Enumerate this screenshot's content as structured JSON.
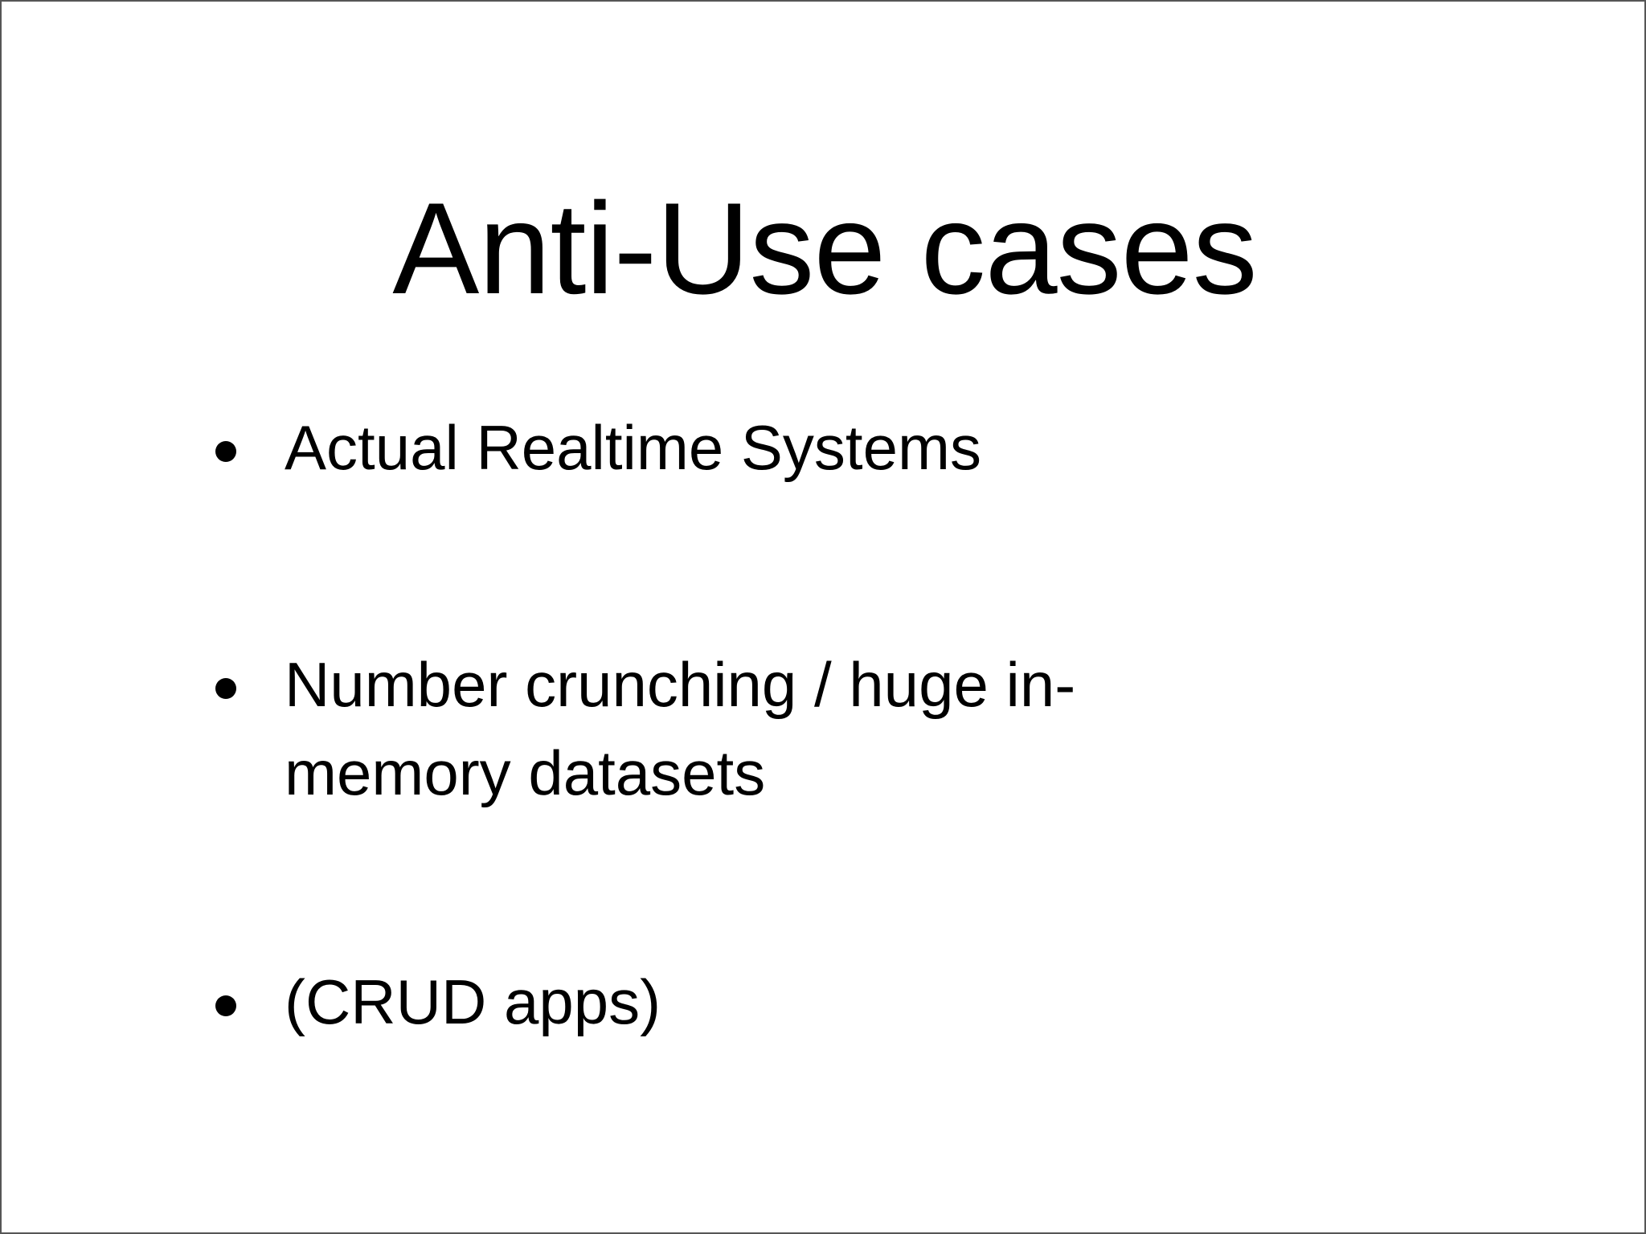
{
  "slide": {
    "title": "Anti-Use cases",
    "background_color": "#ffffff",
    "text_color": "#000000",
    "border_color": "#565656",
    "bullet_marker": "filled-circle-bullet",
    "bullets": [
      {
        "text": "Actual Realtime Systems"
      },
      {
        "text": "Number crunching / huge in-memory datasets"
      },
      {
        "text": "(CRUD apps)"
      }
    ]
  }
}
